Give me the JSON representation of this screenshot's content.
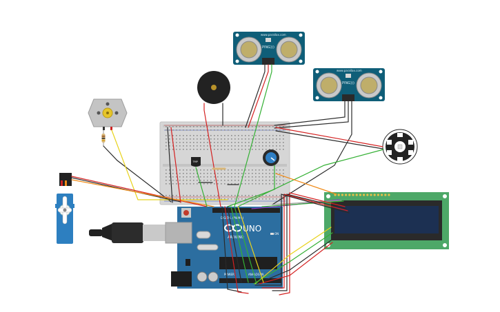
{
  "colors": {
    "background": "#ffffff",
    "arduino_board": "#2c6ea0",
    "sensor_board": "#0f5e78",
    "lcd_board": "#4da868",
    "lcd_screen": "#1c3052",
    "breadboard": "#d6d6d6",
    "servo": "#2d7fc0",
    "wire_red": "#d42020",
    "wire_black": "#2a2a2a",
    "wire_green": "#34b034",
    "wire_yellow": "#e8d21a",
    "wire_orange": "#f08a16",
    "wire_purple": "#8a3cc8",
    "wire_grey": "#9a9a9a"
  },
  "sensor_top": {
    "label": "PING)))",
    "url": "www.parallax.com"
  },
  "sensor_right": {
    "label": "PING)))",
    "url": "www.parallax.com"
  },
  "arduino": {
    "brand": "ARDUINO",
    "model": "UNO",
    "led_label": "ON",
    "digital_label": "DIGITAL (PWM~)",
    "analog_label": "ANALOG IN",
    "power_label": "POWER"
  },
  "temp_sensor": {
    "label": "TMP"
  },
  "lcd": {
    "pin_count": 16
  },
  "components": [
    "dc-motor",
    "resistor",
    "piezo-buzzer",
    "ultrasonic-sensor",
    "ultrasonic-sensor",
    "neopixel-ring",
    "temperature-sensor",
    "potentiometer",
    "micro-servo",
    "usb-cable",
    "arduino-uno",
    "lcd-16x2",
    "breadboard"
  ]
}
